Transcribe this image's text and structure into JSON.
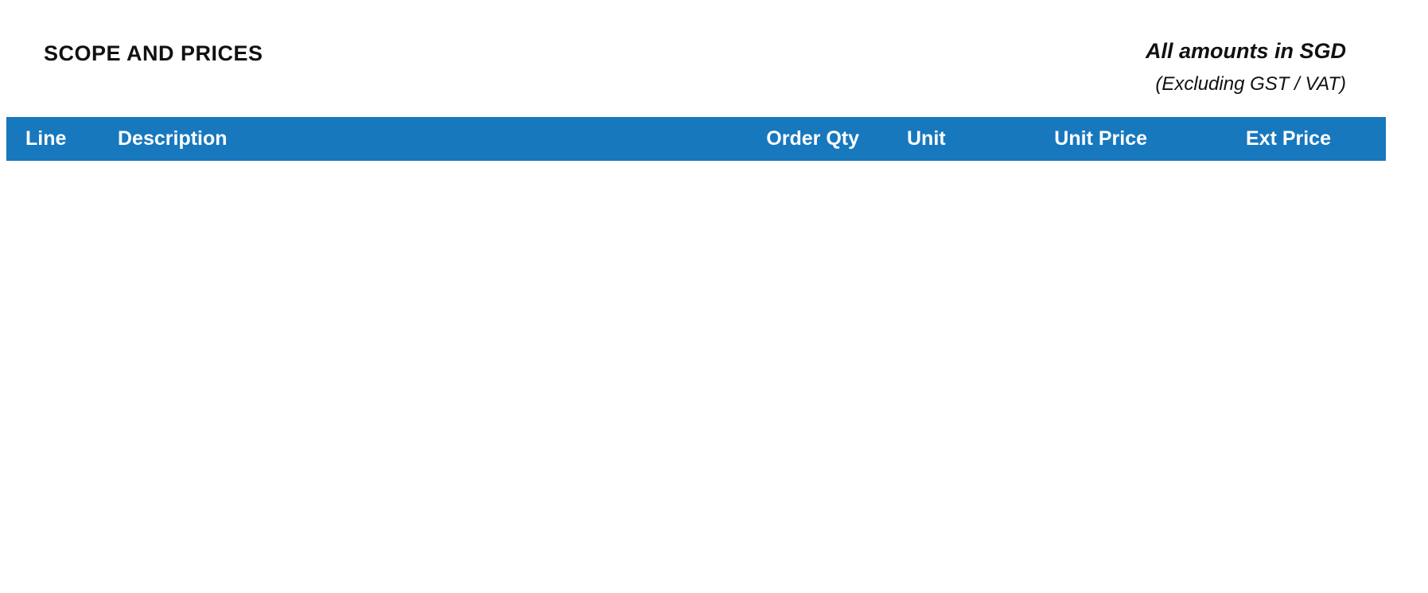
{
  "page": {
    "title": "SCOPE AND PRICES",
    "currency_note": "All amounts in SGD",
    "tax_note": "(Excluding GST / VAT)"
  },
  "table": {
    "header_bg_color": "#1778be",
    "header_text_color": "#ffffff",
    "columns": [
      {
        "label": "Line"
      },
      {
        "label": "Description"
      },
      {
        "label": "Order Qty"
      },
      {
        "label": "Unit"
      },
      {
        "label": "Unit Price"
      },
      {
        "label": "Ext Price"
      }
    ],
    "rows": []
  }
}
